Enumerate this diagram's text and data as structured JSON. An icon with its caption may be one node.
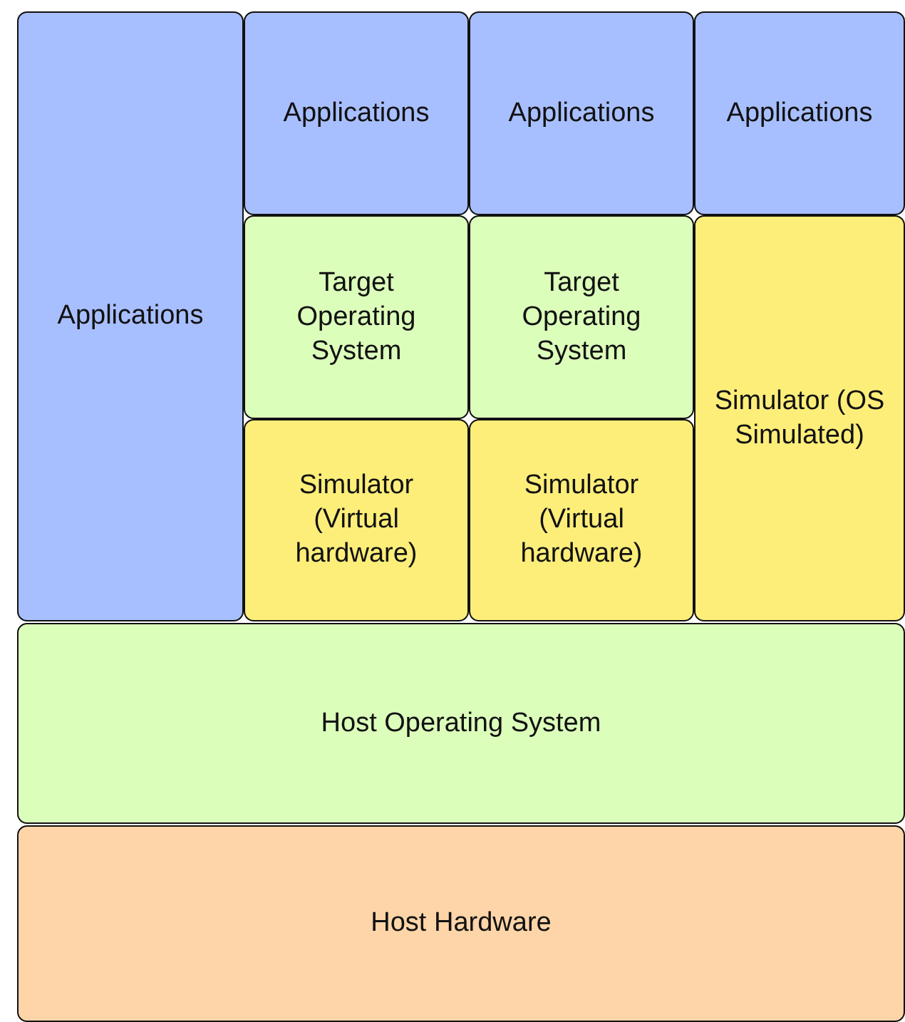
{
  "diagram": {
    "nodes": [
      {
        "text": [
          "Applications"
        ]
      },
      {
        "text": [
          "Applications"
        ]
      },
      {
        "text": [
          "Applications"
        ]
      },
      {
        "text": [
          "Applications"
        ]
      },
      {
        "text": [
          "Target Operating System"
        ]
      },
      {
        "text": [
          "Target Operating System"
        ]
      },
      {
        "text": [
          "Simulator (OS Simulated)"
        ]
      },
      {
        "text": [
          "Simulator (Virtual hardware)"
        ]
      },
      {
        "text": [
          "Simulator (Virtual hardware)"
        ]
      },
      {
        "text": [
          "Host Operating System"
        ]
      },
      {
        "text": [
          "Host Hardware"
        ]
      }
    ]
  }
}
